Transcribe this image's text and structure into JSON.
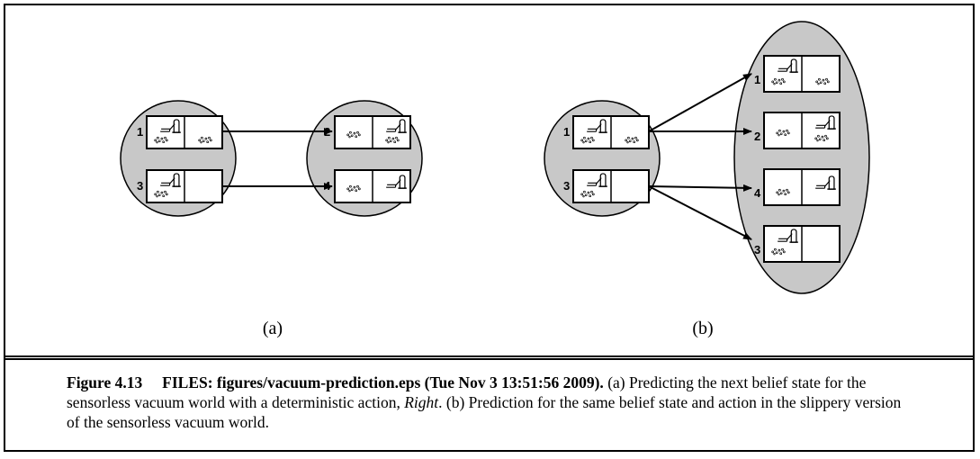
{
  "panels": [
    {
      "label": "(a)",
      "source_states": [
        "1",
        "3"
      ],
      "target_states": [
        "2",
        "4"
      ]
    },
    {
      "label": "(b)",
      "source_states": [
        "1",
        "3"
      ],
      "target_states": [
        "1",
        "2",
        "4",
        "3"
      ]
    }
  ],
  "caption": {
    "figure_number": "Figure 4.13",
    "files_note": "FILES: figures/vacuum-prediction.eps (Tue Nov 3 13:51:56 2009).",
    "text_a1": "(a) Predicting the next belief state for the sensorless vacuum world with a deterministic action,",
    "action": "Right",
    "text_b": ". (b) Prediction for the same belief state and action in the slippery version of the sensorless vacuum world."
  },
  "icons": [
    "vacuum-icon",
    "dirt-icon"
  ],
  "colors": {
    "belief_fill": "#c8c8c8",
    "stroke": "#000000"
  }
}
